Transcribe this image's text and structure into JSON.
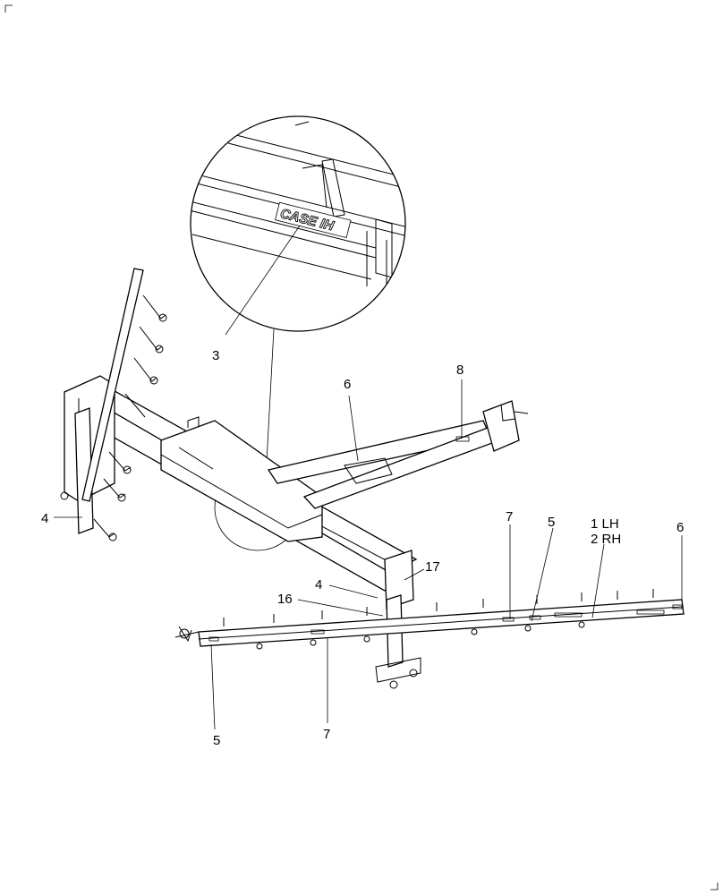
{
  "diagram": {
    "callouts": {
      "c3": "3",
      "c6_top": "6",
      "c8": "8",
      "c4_left": "4",
      "c4_mid": "4",
      "c16": "16",
      "c17": "17",
      "c7_right": "7",
      "c5_right": "5",
      "c1": "1 LH",
      "c2": "2 RH",
      "c6_right": "6",
      "c5_bottom": "5",
      "c7_bottom": "7"
    },
    "logo_text": "CASE IH"
  }
}
